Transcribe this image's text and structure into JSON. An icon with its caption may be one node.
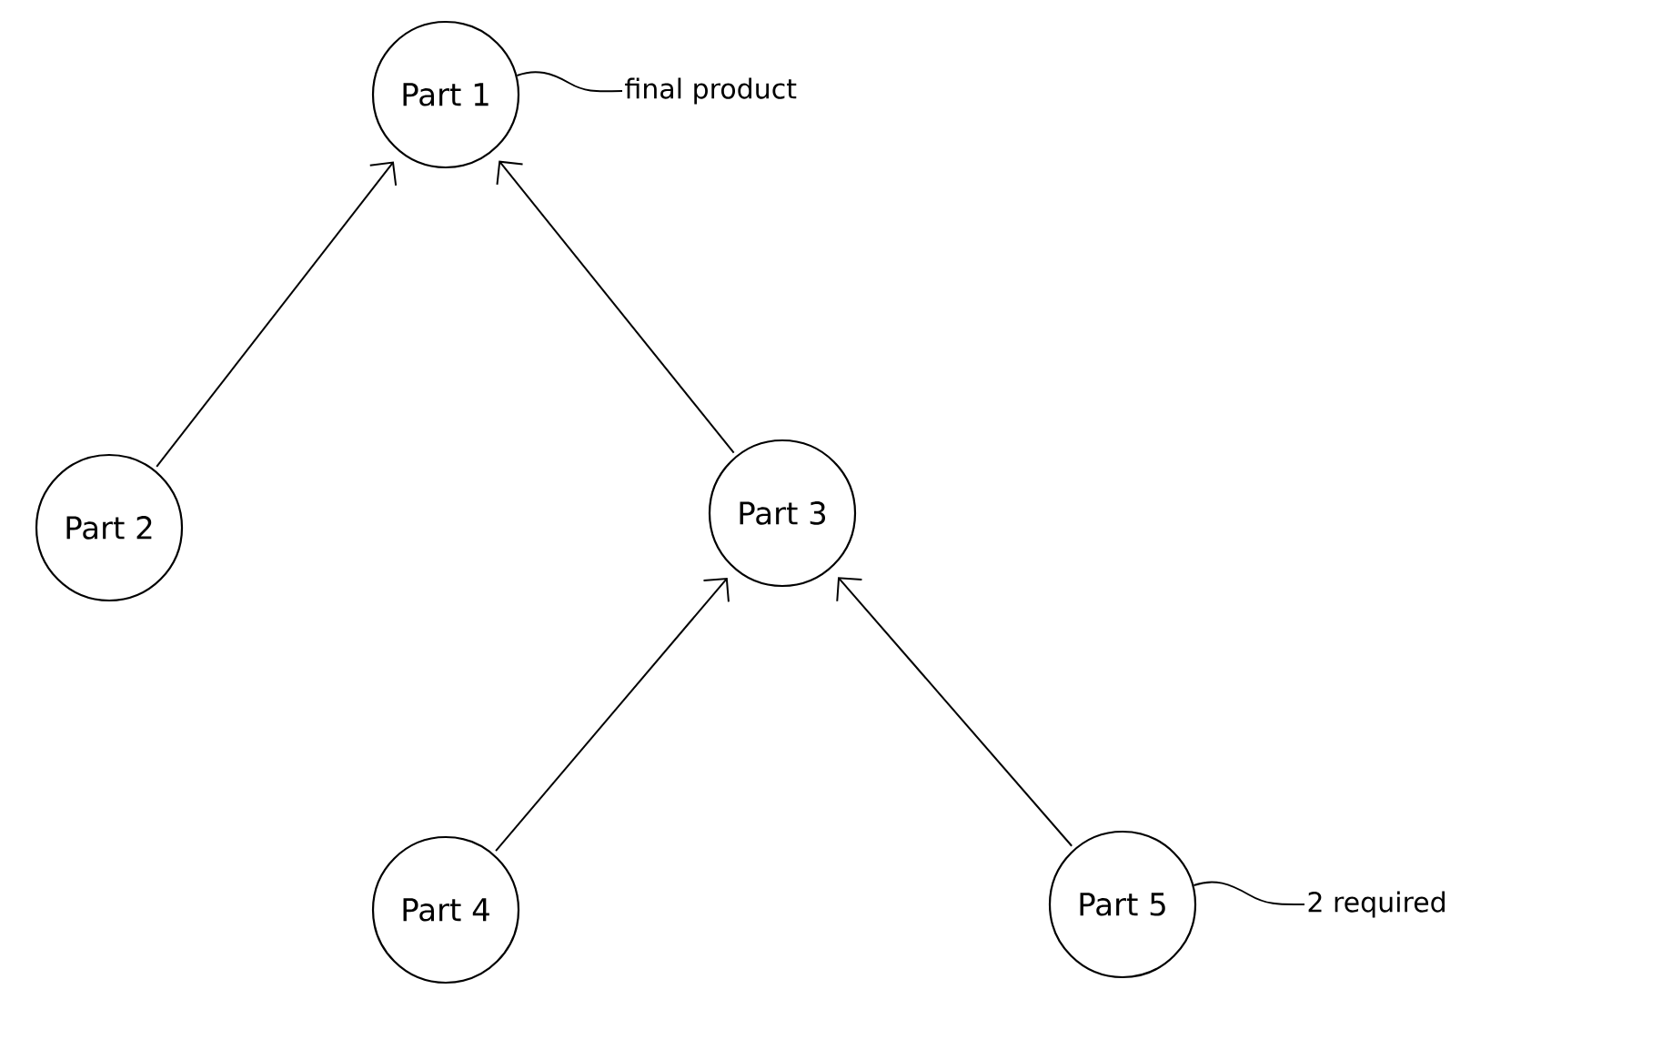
{
  "diagram": {
    "nodes": [
      {
        "text": [
          "Part 1"
        ]
      },
      {
        "text": [
          "Part 2"
        ]
      },
      {
        "text": [
          "Part 3"
        ]
      },
      {
        "text": [
          "Part 4"
        ]
      },
      {
        "text": [
          "Part 5"
        ]
      },
      {
        "text": [
          "final product"
        ]
      },
      {
        "text": [
          "2 required"
        ]
      }
    ],
    "edges": [
      {
        "from": 1,
        "to": 0,
        "arrow": "to"
      },
      {
        "from": 2,
        "to": 0,
        "arrow": "to"
      },
      {
        "from": 3,
        "to": 2,
        "arrow": "to"
      },
      {
        "from": 4,
        "to": 2,
        "arrow": "to"
      },
      {
        "from": 5,
        "to": 0,
        "arrow": "none"
      },
      {
        "from": 6,
        "to": 4,
        "arrow": "none"
      }
    ]
  }
}
